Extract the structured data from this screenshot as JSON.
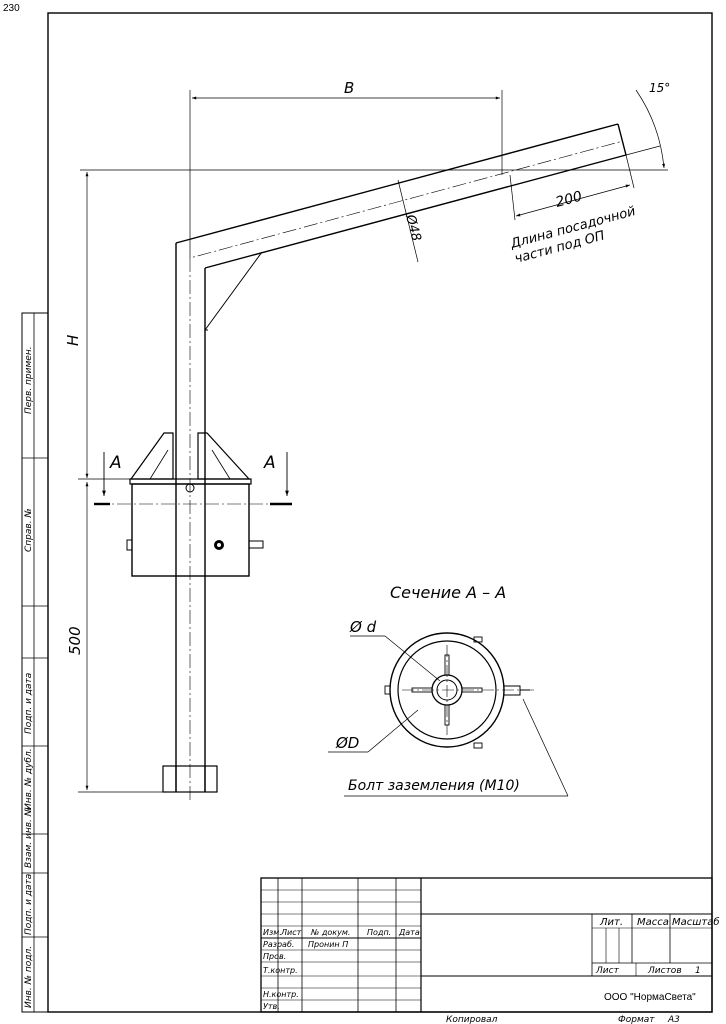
{
  "page_number": "230",
  "dimensions": {
    "B": "B",
    "H": "H",
    "angle": "15°",
    "pipe_diameter": "Ø48",
    "landing_length": "200",
    "landing_note_1": "Длина посадочной",
    "landing_note_2": "части под ОП",
    "base_height": "500",
    "section_mark": "A"
  },
  "section": {
    "title": "Сечение А – А",
    "inner_diameter": "Ø d",
    "outer_diameter": "ØD",
    "bolt_label": "Болт заземления (М10)"
  },
  "side_stamp": [
    "Перв. примен.",
    "Справ. №",
    "Подп. и дата",
    "Инв. № дубл.",
    "Взам. инв. №",
    "Подп. и дата",
    "Инв. № подл."
  ],
  "title_block": {
    "col_izm": "Изм.",
    "col_list": "Лист",
    "col_doc": "№ докум.",
    "col_sign": "Подп.",
    "col_date": "Дата",
    "row_razrab": "Разраб.",
    "razrab_name": "Пронин П",
    "row_prov": "Пров.",
    "row_tkontr": "Т.контр.",
    "row_nkontr": "Н.контр.",
    "row_utv": "Утв.",
    "lit": "Лит.",
    "massa": "Масса",
    "masshtab": "Масштаб",
    "list": "Лист",
    "listov": "Листов",
    "listov_value": "1",
    "company": "ООО \"НормаСвета\""
  },
  "footer": {
    "copied": "Копировал",
    "format_label": "Формат",
    "format_value": "А3"
  }
}
